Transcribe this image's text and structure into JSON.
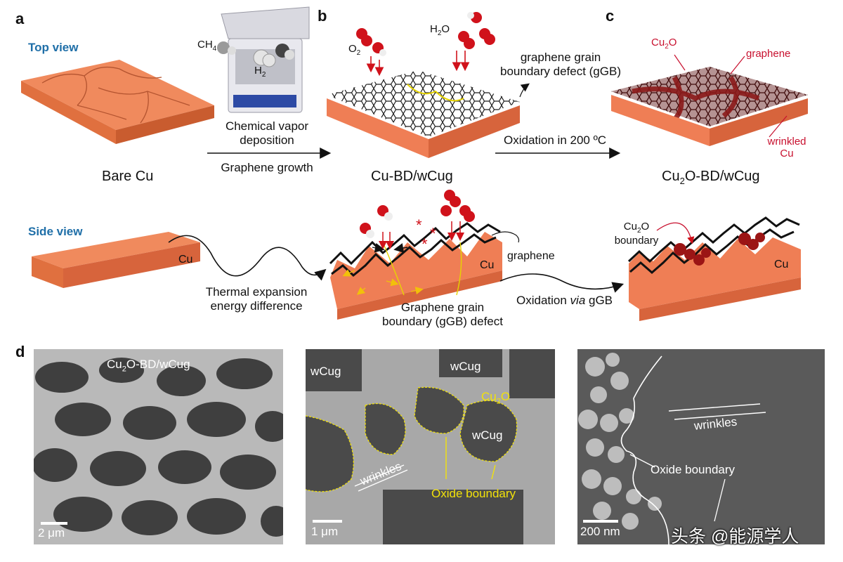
{
  "panel_labels": {
    "a": "a",
    "b": "b",
    "c": "c",
    "d": "d"
  },
  "views": {
    "top": "Top view",
    "side": "Side view"
  },
  "top_row": {
    "bare_cu": "Bare Cu",
    "ch4": "CH",
    "ch4_sub": "4",
    "h2": "H",
    "h2_sub": "2",
    "cvd_line1": "Chemical vapor",
    "cvd_line2": "deposition",
    "graphene_growth": "Graphene growth",
    "o2": "O",
    "o2_sub": "2",
    "h2o_h": "H",
    "h2o_sub": "2",
    "h2o_o": "O",
    "ggb_line1": "graphene grain",
    "ggb_line2": "boundary defect (gGB)",
    "cu_bd_wcug": "Cu-BD/wCug",
    "oxidation_200": "Oxidation in 200 ºC",
    "cu2o_a": "Cu",
    "cu2o_sub": "2",
    "cu2o_b": "O",
    "graphene": "graphene",
    "wrinkled_line1": "wrinkled",
    "wrinkled_line2": "Cu",
    "cu2o_bd_a": "Cu",
    "cu2o_bd_sub": "2",
    "cu2o_bd_b": "O-BD/wCug"
  },
  "side_row": {
    "cu_bar": "Cu",
    "thermal_line1": "Thermal expansion",
    "thermal_line2": "energy difference",
    "graphene": "graphene",
    "cu_mid": "Cu",
    "ggb_line1": "Graphene grain",
    "ggb_line2": "boundary (gGB) defect",
    "oxidation_via_a": "Oxidation ",
    "oxidation_via_b": "via",
    "oxidation_via_c": " gGB",
    "cu2o_a": "Cu",
    "cu2o_sub": "2",
    "cu2o_b": "O",
    "boundary": "boundary",
    "cu_right": "Cu"
  },
  "sem": {
    "img1_label_a": "Cu",
    "img1_label_sub": "2",
    "img1_label_b": "O-BD/wCug",
    "img1_scale": "2 μm",
    "img2_wcug_left": "wCug",
    "img2_wcug_top": "wCug",
    "img2_cu2o_a": "Cu",
    "img2_cu2o_sub": "2",
    "img2_cu2o_b": "O",
    "img2_wcug_center": "wCug",
    "img2_wrinkles": "wrinkles",
    "img2_oxide_boundary": "Oxide boundary",
    "img2_scale": "1 μm",
    "img3_wrinkles": "wrinkles",
    "img3_oxide_boundary": "Oxide boundary",
    "img3_scale": "200 nm"
  },
  "watermark": "头条 @能源学人",
  "colors": {
    "copper": "#ef7e55",
    "copper_dark": "#d7643c",
    "graphene": "#1a1a1a",
    "oxide": "#8b1a1a",
    "molecule_red": "#d0121b",
    "accent_blue": "#1f6fa8",
    "label_red": "#c8102e",
    "label_yellow": "#f2e20a"
  }
}
